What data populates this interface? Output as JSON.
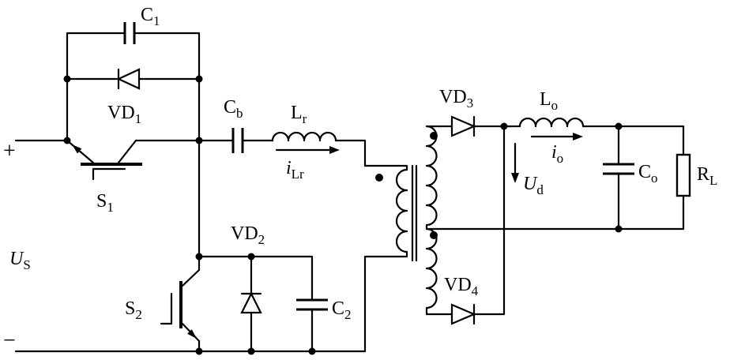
{
  "diagram": {
    "labels": {
      "plus": "+",
      "minus": "−",
      "c1": {
        "main": "C",
        "sub": "1"
      },
      "vd1": {
        "main": "VD",
        "sub": "1"
      },
      "s1": {
        "main": "S",
        "sub": "1"
      },
      "cb": {
        "main": "C",
        "sub": "b"
      },
      "lr": {
        "main": "L",
        "sub": "r"
      },
      "ilr": {
        "main": "i",
        "sub": "Lr"
      },
      "vd3": {
        "main": "VD",
        "sub": "3"
      },
      "lo": {
        "main": "L",
        "sub": "o"
      },
      "io": {
        "main": "i",
        "sub": "o"
      },
      "ud": {
        "main": "U",
        "sub": "d"
      },
      "co": {
        "main": "C",
        "sub": "o"
      },
      "rl": {
        "main": "R",
        "sub": "L"
      },
      "us": {
        "main": "U",
        "sub": "S"
      },
      "vd2": {
        "main": "VD",
        "sub": "2"
      },
      "c2": {
        "main": "C",
        "sub": "2"
      },
      "s2": {
        "main": "S",
        "sub": "2"
      },
      "vd4": {
        "main": "VD",
        "sub": "4"
      }
    }
  },
  "colors": {
    "stroke": "#000000",
    "background": "#ffffff"
  }
}
